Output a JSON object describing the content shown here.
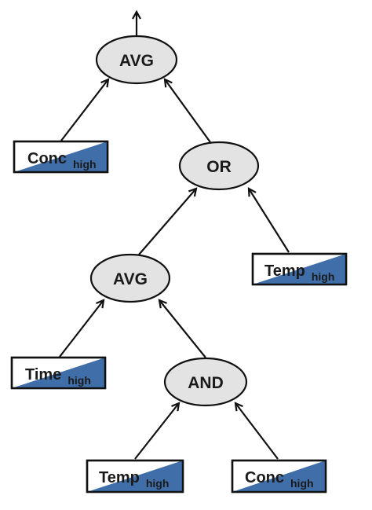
{
  "diagram": {
    "type": "tree",
    "nodes": [
      {
        "id": "avg-root",
        "label": "AVG"
      },
      {
        "id": "or",
        "label": "OR"
      },
      {
        "id": "avg-mid",
        "label": "AVG"
      },
      {
        "id": "and",
        "label": "AND"
      }
    ],
    "leaves": [
      {
        "id": "conc-1",
        "label": "Conc",
        "sub": "high"
      },
      {
        "id": "temp-1",
        "label": "Temp",
        "sub": "high"
      },
      {
        "id": "time-1",
        "label": "Time",
        "sub": "high"
      },
      {
        "id": "temp-2",
        "label": "Temp",
        "sub": "high"
      },
      {
        "id": "conc-2",
        "label": "Conc",
        "sub": "high"
      }
    ],
    "edges": [
      {
        "from": "conc-1",
        "to": "avg-root"
      },
      {
        "from": "or",
        "to": "avg-root"
      },
      {
        "from": "avg-mid",
        "to": "or"
      },
      {
        "from": "temp-1",
        "to": "or"
      },
      {
        "from": "time-1",
        "to": "avg-mid"
      },
      {
        "from": "and",
        "to": "avg-mid"
      },
      {
        "from": "temp-2",
        "to": "and"
      },
      {
        "from": "conc-2",
        "to": "and"
      }
    ],
    "colors": {
      "node_fill": "#e3e3e3",
      "leaf_fill": "#3f6ea8",
      "stroke": "#111111"
    }
  }
}
